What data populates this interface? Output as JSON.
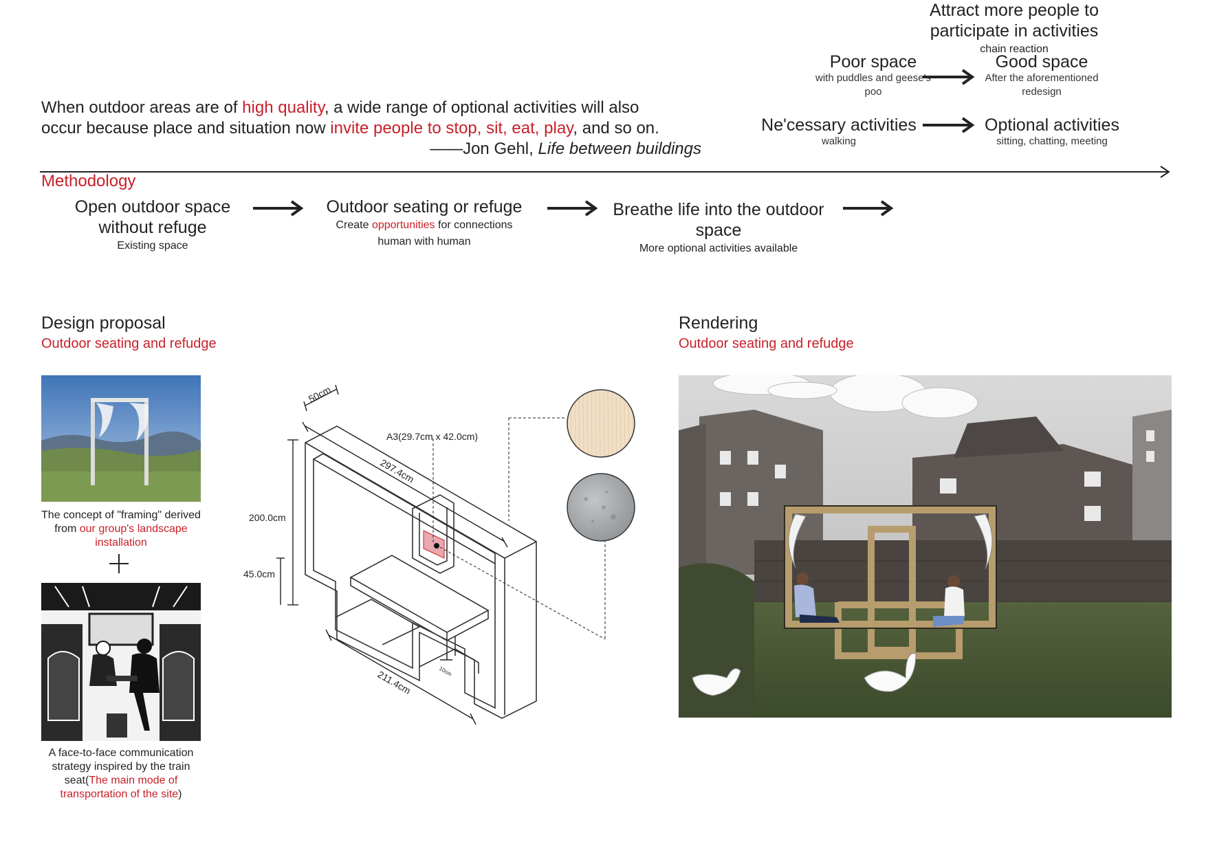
{
  "quote": {
    "p1": "When outdoor areas are of ",
    "hl1": "high quality",
    "p2": ", a wide range of optional activities will also",
    "p3": "occur because place and situation now ",
    "hl2": "invite people to stop, sit, eat, play",
    "p4": ", and so on.",
    "author": "——Jon Gehl, ",
    "book": "Life between buildings"
  },
  "transform": {
    "poor_title": "Poor space",
    "poor_sub": "with puddles and geese's poo",
    "good_title": "Good space",
    "good_sub": "After the aforementioned redesign",
    "nec_title": "Ne'cessary activities",
    "nec_sub": "walking",
    "opt_title": "Optional activities",
    "opt_sub": "sitting, chatting, meeting"
  },
  "methodology": {
    "title": "Methodology",
    "steps": [
      {
        "title": "Open outdoor space without refuge",
        "sub": "Existing space"
      },
      {
        "title": "Outdoor seating or refuge",
        "sub_a": "Create ",
        "sub_hl": "opportunities",
        "sub_b": " for connections human with human"
      },
      {
        "title": "Breathe life into the outdoor space",
        "sub": "More optional activities available"
      },
      {
        "title": "Attract more people to participate in activities",
        "sub": "chain reaction"
      }
    ]
  },
  "design": {
    "title": "Design proposal",
    "subtitle": "Outdoor seating and refudge",
    "cap1_a": "The concept of \"framing\" derived from ",
    "cap1_hl": "our group's landscape installation",
    "cap2_a": "A face-to-face communication strategy inspired by the train seat(",
    "cap2_hl": "The main mode of transportation of the site",
    "cap2_b": ")",
    "dims": {
      "depth": "50cm",
      "paper": "A3(29.7cm x 42.0cm)",
      "length": "297.4cm",
      "height": "200.0cm",
      "seat": "45.0cm",
      "base": "211.4cm",
      "small": "10cm"
    }
  },
  "rendering": {
    "title": "Rendering",
    "subtitle": "Outdoor seating and refudge"
  },
  "colors": {
    "accent": "#c8202a",
    "text": "#222222",
    "wood": "#f1dfc6",
    "concrete": "#a8acae"
  }
}
